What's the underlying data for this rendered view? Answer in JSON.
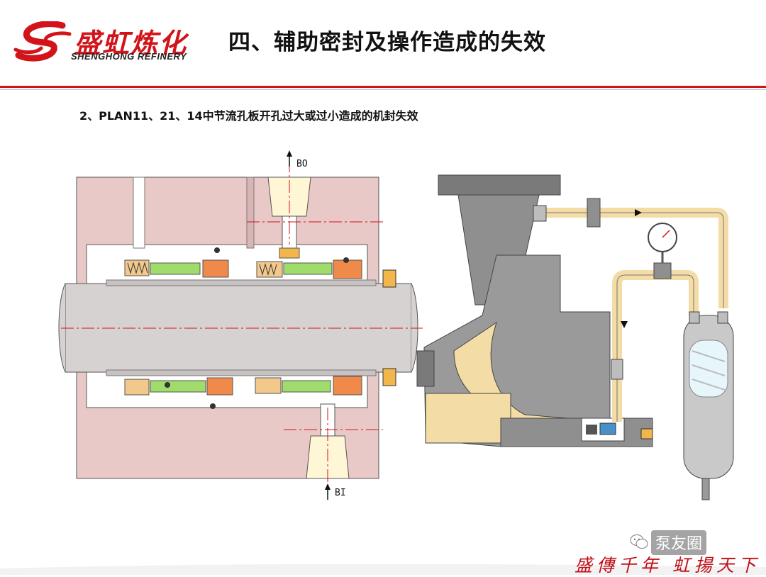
{
  "header": {
    "logo_cn": "盛虹炼化",
    "logo_en": "SHENGHONG REFINERY",
    "title": "四、辅助密封及操作造成的失效"
  },
  "subtitle": "2、PLAN11、21、14中节流孔板开孔过大或过小造成的机封失效",
  "diagram": {
    "seal_labels": {
      "outlet": "BO",
      "inlet": "BI"
    }
  },
  "footer": {
    "watermark": "泵友圈",
    "slogan": "盛傳千年 虹揚天下"
  },
  "colors": {
    "brand_red": "#d2131a",
    "housing_pink": "#e9c8c8",
    "shaft_grey": "#d6d2d2",
    "casing_grey": "#8f8f8f",
    "pipe_tan": "#f3dca5",
    "spring_green": "#9fdc6c",
    "face_orange": "#f08a4b"
  }
}
